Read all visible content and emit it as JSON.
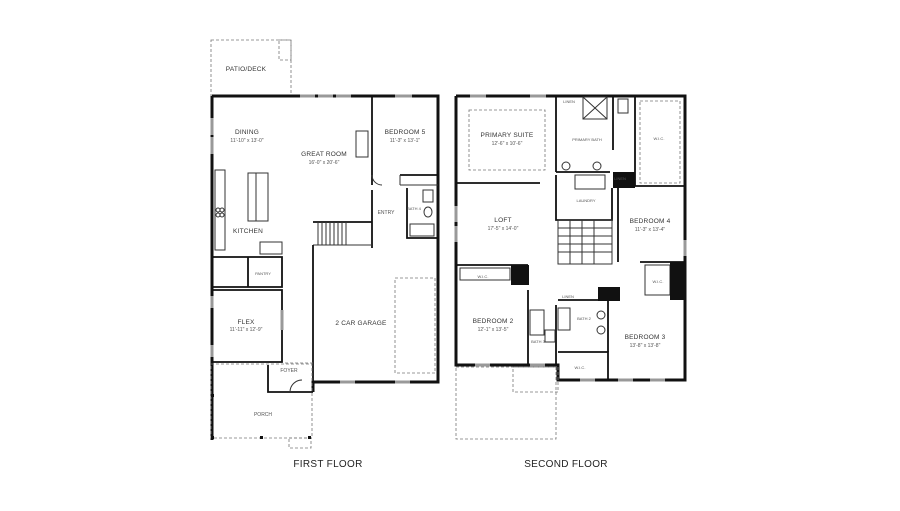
{
  "floors": [
    {
      "caption": "FIRST FLOOR",
      "rooms": [
        {
          "name": "PATIO/DECK",
          "dims": ""
        },
        {
          "name": "DINING",
          "dims": "11'-10\" x 13'-0\""
        },
        {
          "name": "GREAT ROOM",
          "dims": "16'-0\" x 20'-6\""
        },
        {
          "name": "BEDROOM 5",
          "dims": "11'-3\" x 13'-1\""
        },
        {
          "name": "KITCHEN",
          "dims": ""
        },
        {
          "name": "ENTRY",
          "dims": ""
        },
        {
          "name": "BATH 4",
          "dims": ""
        },
        {
          "name": "PANTRY",
          "dims": ""
        },
        {
          "name": "FLEX",
          "dims": "11'-11\" x 12'-9\""
        },
        {
          "name": "2 CAR GARAGE",
          "dims": ""
        },
        {
          "name": "FOYER",
          "dims": ""
        },
        {
          "name": "PORCH",
          "dims": ""
        }
      ]
    },
    {
      "caption": "SECOND FLOOR",
      "rooms": [
        {
          "name": "PRIMARY SUITE",
          "dims": "12'-6\" x 10'-6\""
        },
        {
          "name": "PRIMARY BATH",
          "dims": ""
        },
        {
          "name": "W.I.C.",
          "dims": ""
        },
        {
          "name": "LAUNDRY",
          "dims": ""
        },
        {
          "name": "LOFT",
          "dims": "17'-5\" x 14'-0\""
        },
        {
          "name": "BEDROOM 4",
          "dims": "11'-3\" x 13'-4\""
        },
        {
          "name": "W.I.C.",
          "dims": ""
        },
        {
          "name": "W.I.C.",
          "dims": ""
        },
        {
          "name": "BEDROOM 2",
          "dims": "12'-1\" x 13'-5\""
        },
        {
          "name": "BATH 3",
          "dims": ""
        },
        {
          "name": "BATH 2",
          "dims": ""
        },
        {
          "name": "BEDROOM 3",
          "dims": "13'-8\" x 13'-8\""
        },
        {
          "name": "W.I.C.",
          "dims": ""
        }
      ],
      "labels": {
        "linen": "LINEN"
      }
    }
  ]
}
